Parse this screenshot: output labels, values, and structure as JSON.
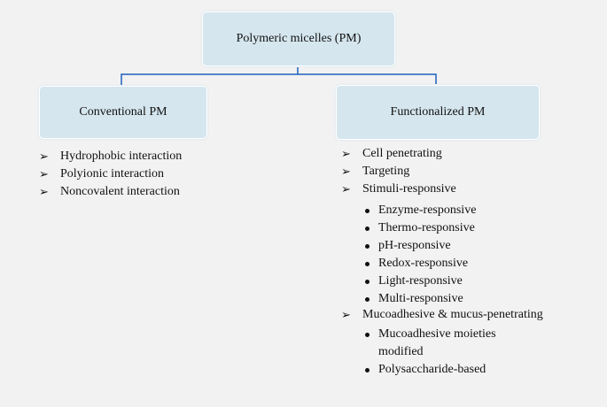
{
  "root": {
    "label": "Polymeric micelles (PM)"
  },
  "conventional": {
    "label": "Conventional PM",
    "items": [
      "Hydrophobic interaction",
      "Polyionic interaction",
      "Noncovalent interaction"
    ]
  },
  "functionalized": {
    "label": "Functionalized PM",
    "items": [
      "Cell penetrating",
      "Targeting",
      "Stimuli-responsive"
    ],
    "stimuli": [
      "Enzyme-responsive",
      "Thermo-responsive",
      "pH-responsive",
      "Redox-responsive",
      "Light-responsive",
      "Multi-responsive"
    ],
    "mucoadhesive": {
      "label": "Mucoadhesive & mucus-penetrating",
      "items": [
        "Mucoadhesive moieties modified",
        "Polysaccharide-based"
      ]
    }
  },
  "colors": {
    "box_fill": "#d5e6ee",
    "connector": "#1f5fbf",
    "background": "#f2f2f2"
  },
  "markers": {
    "arrow": "➢"
  }
}
